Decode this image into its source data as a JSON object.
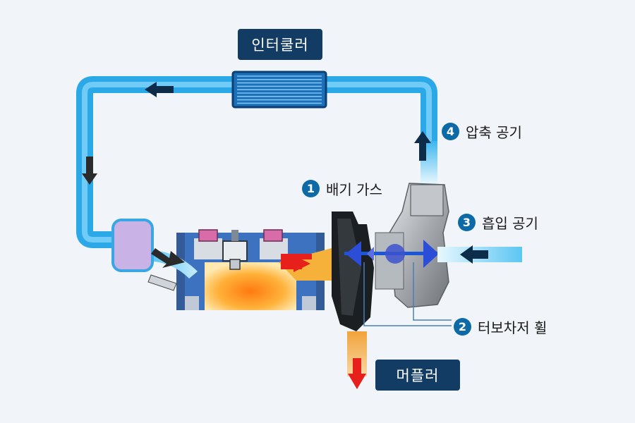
{
  "labels": {
    "intercooler": "인터쿨러",
    "muffler": "머플러"
  },
  "steps": [
    {
      "number": "1",
      "text": "배기 가스"
    },
    {
      "number": "2",
      "text": "터보차저 휠"
    },
    {
      "number": "3",
      "text": "흡입 공기"
    },
    {
      "number": "4",
      "text": "압축 공기"
    }
  ],
  "colors": {
    "pipe": "#3db8ee",
    "tag_bg": "#123c63",
    "number_bg": "#0d6aa6",
    "exhaust": "#e8201c"
  }
}
